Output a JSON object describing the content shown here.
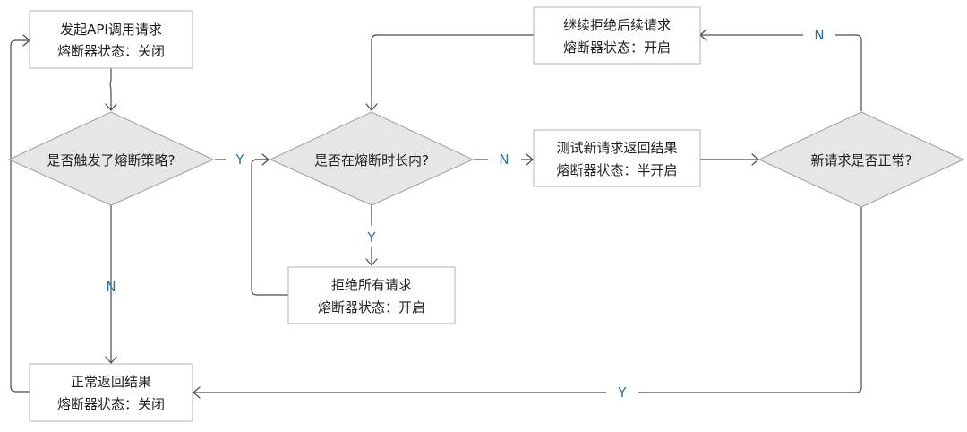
{
  "nodes": {
    "start": {
      "line1": "发起API调用请求",
      "line2": "熔断器状态：关闭"
    },
    "check_triggered": {
      "text": "是否触发了熔断策略?"
    },
    "check_duration": {
      "text": "是否在熔断时长内?"
    },
    "reject_all": {
      "line1": "拒绝所有请求",
      "line2": "熔断器状态：开启"
    },
    "continue_reject": {
      "line1": "继续拒绝后续请求",
      "line2": "熔断器状态：开启"
    },
    "test_request": {
      "line1": "测试新请求返回结果",
      "line2": "熔断器状态：半开启"
    },
    "check_normal": {
      "text": "新请求是否正常?"
    },
    "normal_return": {
      "line1": "正常返回结果",
      "line2": "熔断器状态：关闭"
    }
  },
  "edge_labels": {
    "triggered_yes": "Y",
    "triggered_no": "N",
    "duration_yes": "Y",
    "duration_no": "N",
    "normal_yes": "Y",
    "normal_no": "N"
  }
}
